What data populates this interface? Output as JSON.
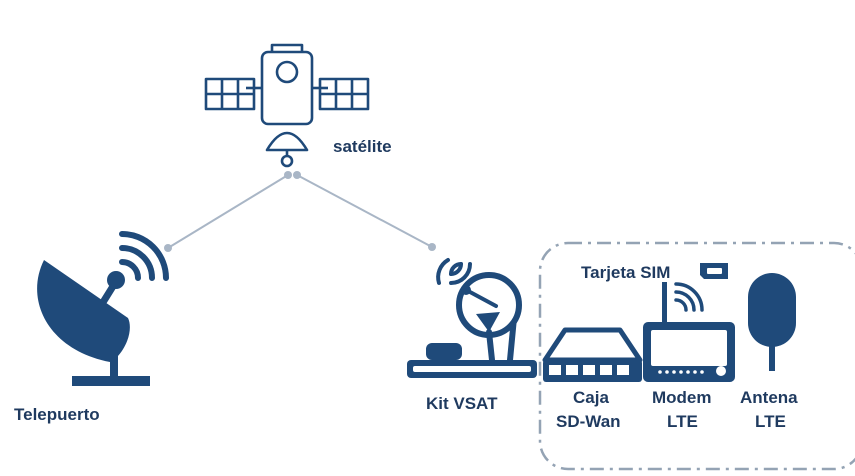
{
  "labels": {
    "satellite": "satélite",
    "teleport": "Telepuerto",
    "vsat_kit": "Kit VSAT",
    "sdwan_line1": "Caja",
    "sdwan_line2": "SD-Wan",
    "modem_line1": "Modem",
    "modem_line2": "LTE",
    "antenna_line1": "Antena",
    "antenna_line2": "LTE",
    "sim_card": "Tarjeta SIM"
  },
  "colors": {
    "primary": "#1f4a7a",
    "link_line": "#a9b6c6",
    "dashed_border": "#94a3b4"
  },
  "icons": [
    "satellite-icon",
    "satellite-dish-icon",
    "wifi-signal-icon",
    "vsat-terminal-icon",
    "network-switch-icon",
    "lte-modem-icon",
    "lte-antenna-icon",
    "sim-card-icon"
  ]
}
